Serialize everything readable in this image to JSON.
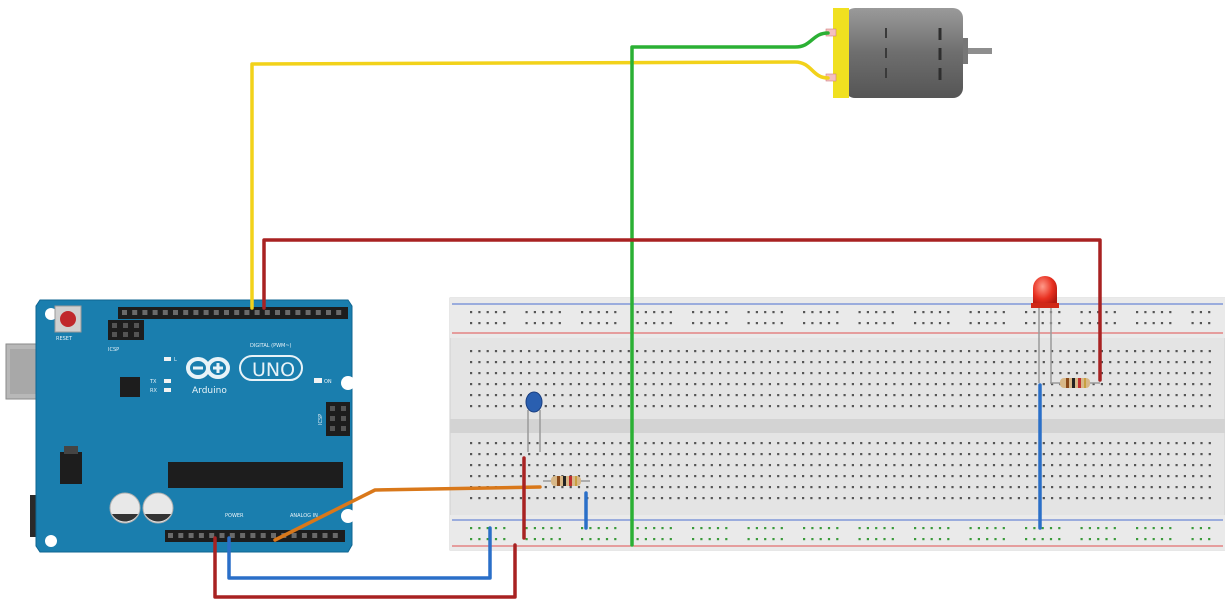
{
  "board": {
    "model": "UNO",
    "brand": "Arduino",
    "reset_label": "RESET",
    "icsp_label": "ICSP",
    "icsp2_label": "ICSP",
    "digital_label": "DIGITAL (PWM~)",
    "power_label": "POWER",
    "analog_label": "ANALOG IN",
    "on_label": "ON",
    "tx_label": "TX",
    "rx_label": "RX",
    "l_label": "L"
  },
  "colors": {
    "board": "#1a7eae",
    "wire_yellow": "#f2d21a",
    "wire_red": "#a82222",
    "wire_green": "#2bb034",
    "wire_blue": "#2a6fc8",
    "wire_orange": "#d9781a",
    "breadboard": "#e6e6e6",
    "rail_red": "#e05050",
    "rail_blue": "#4a6fd0",
    "motor_body": "#7a7a7a",
    "motor_cap": "#f0e020"
  }
}
